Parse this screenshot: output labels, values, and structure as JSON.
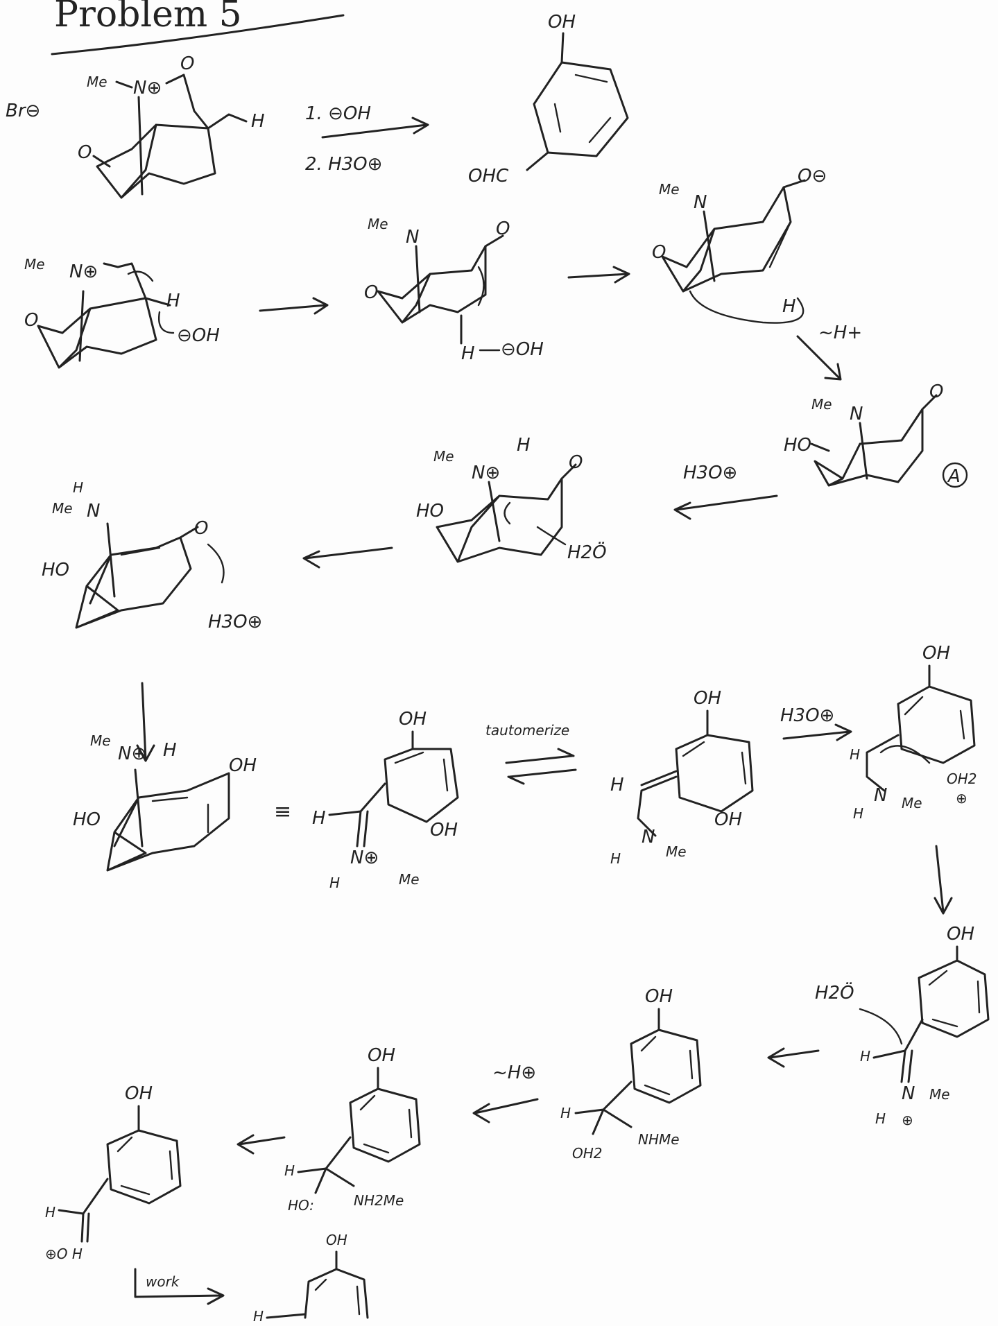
{
  "title": "Problem 5",
  "reagents": {
    "step1": "1. ⊖OH",
    "step2": "2. H3O⊕",
    "proton_shift_1": "~H+",
    "h3o_1": "H3O⊕",
    "h3o_2": "H3O⊕",
    "h3o_3": "H3O⊕",
    "tautomerize": "tautomerize",
    "proton_shift_2": "~H⊕",
    "workup": "work"
  },
  "labels": {
    "br": "Br⊖",
    "me": "Me",
    "oh": "OH",
    "ho": "HO",
    "h": "H",
    "o": "O",
    "ohc": "OHC",
    "n_plus": "N⊕",
    "n": "N",
    "h2o": "H2Ö",
    "minus_oh": "⊖OH",
    "o_minus": "O⊖",
    "a": "A",
    "equiv": "≡",
    "nhme": "NHMe",
    "nh2me": "NH2Me",
    "oh2": "OH2",
    "plus": "⊕",
    "ho_h": "HO:",
    "oh_plus": "⊕O H"
  }
}
